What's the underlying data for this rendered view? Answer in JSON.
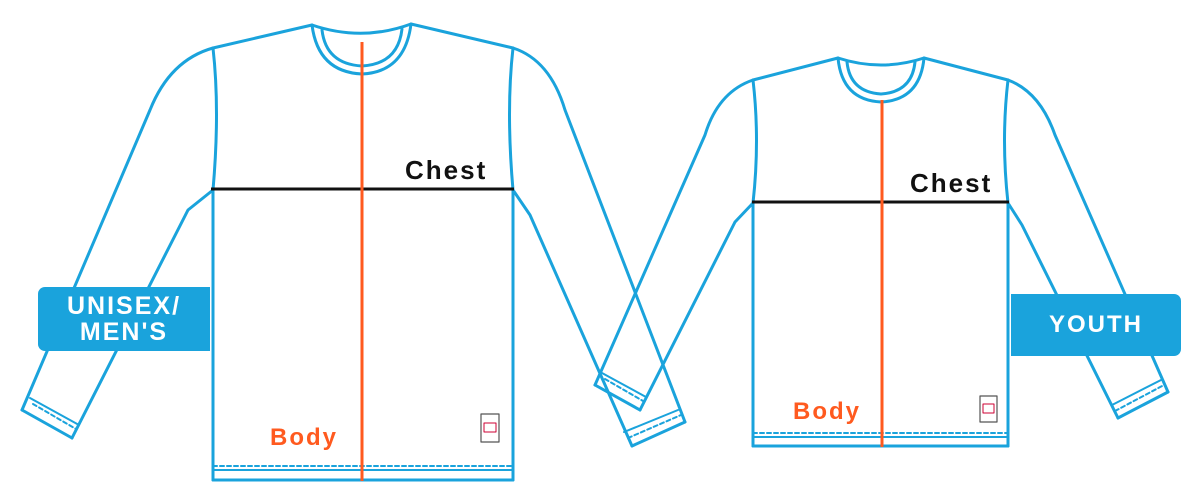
{
  "shirts": {
    "mens": {
      "category_label_line1": "UNISEX/",
      "category_label_line2": "MEN'S",
      "chest_label": "Chest",
      "body_label": "Body"
    },
    "youth": {
      "category_label": "YOUTH",
      "chest_label": "Chest",
      "body_label": "Body"
    }
  },
  "colors": {
    "outline": "#1aa3dc",
    "badge": "#1aa3dc",
    "chest_line": "#111111",
    "body_line": "#ff5a1f"
  }
}
